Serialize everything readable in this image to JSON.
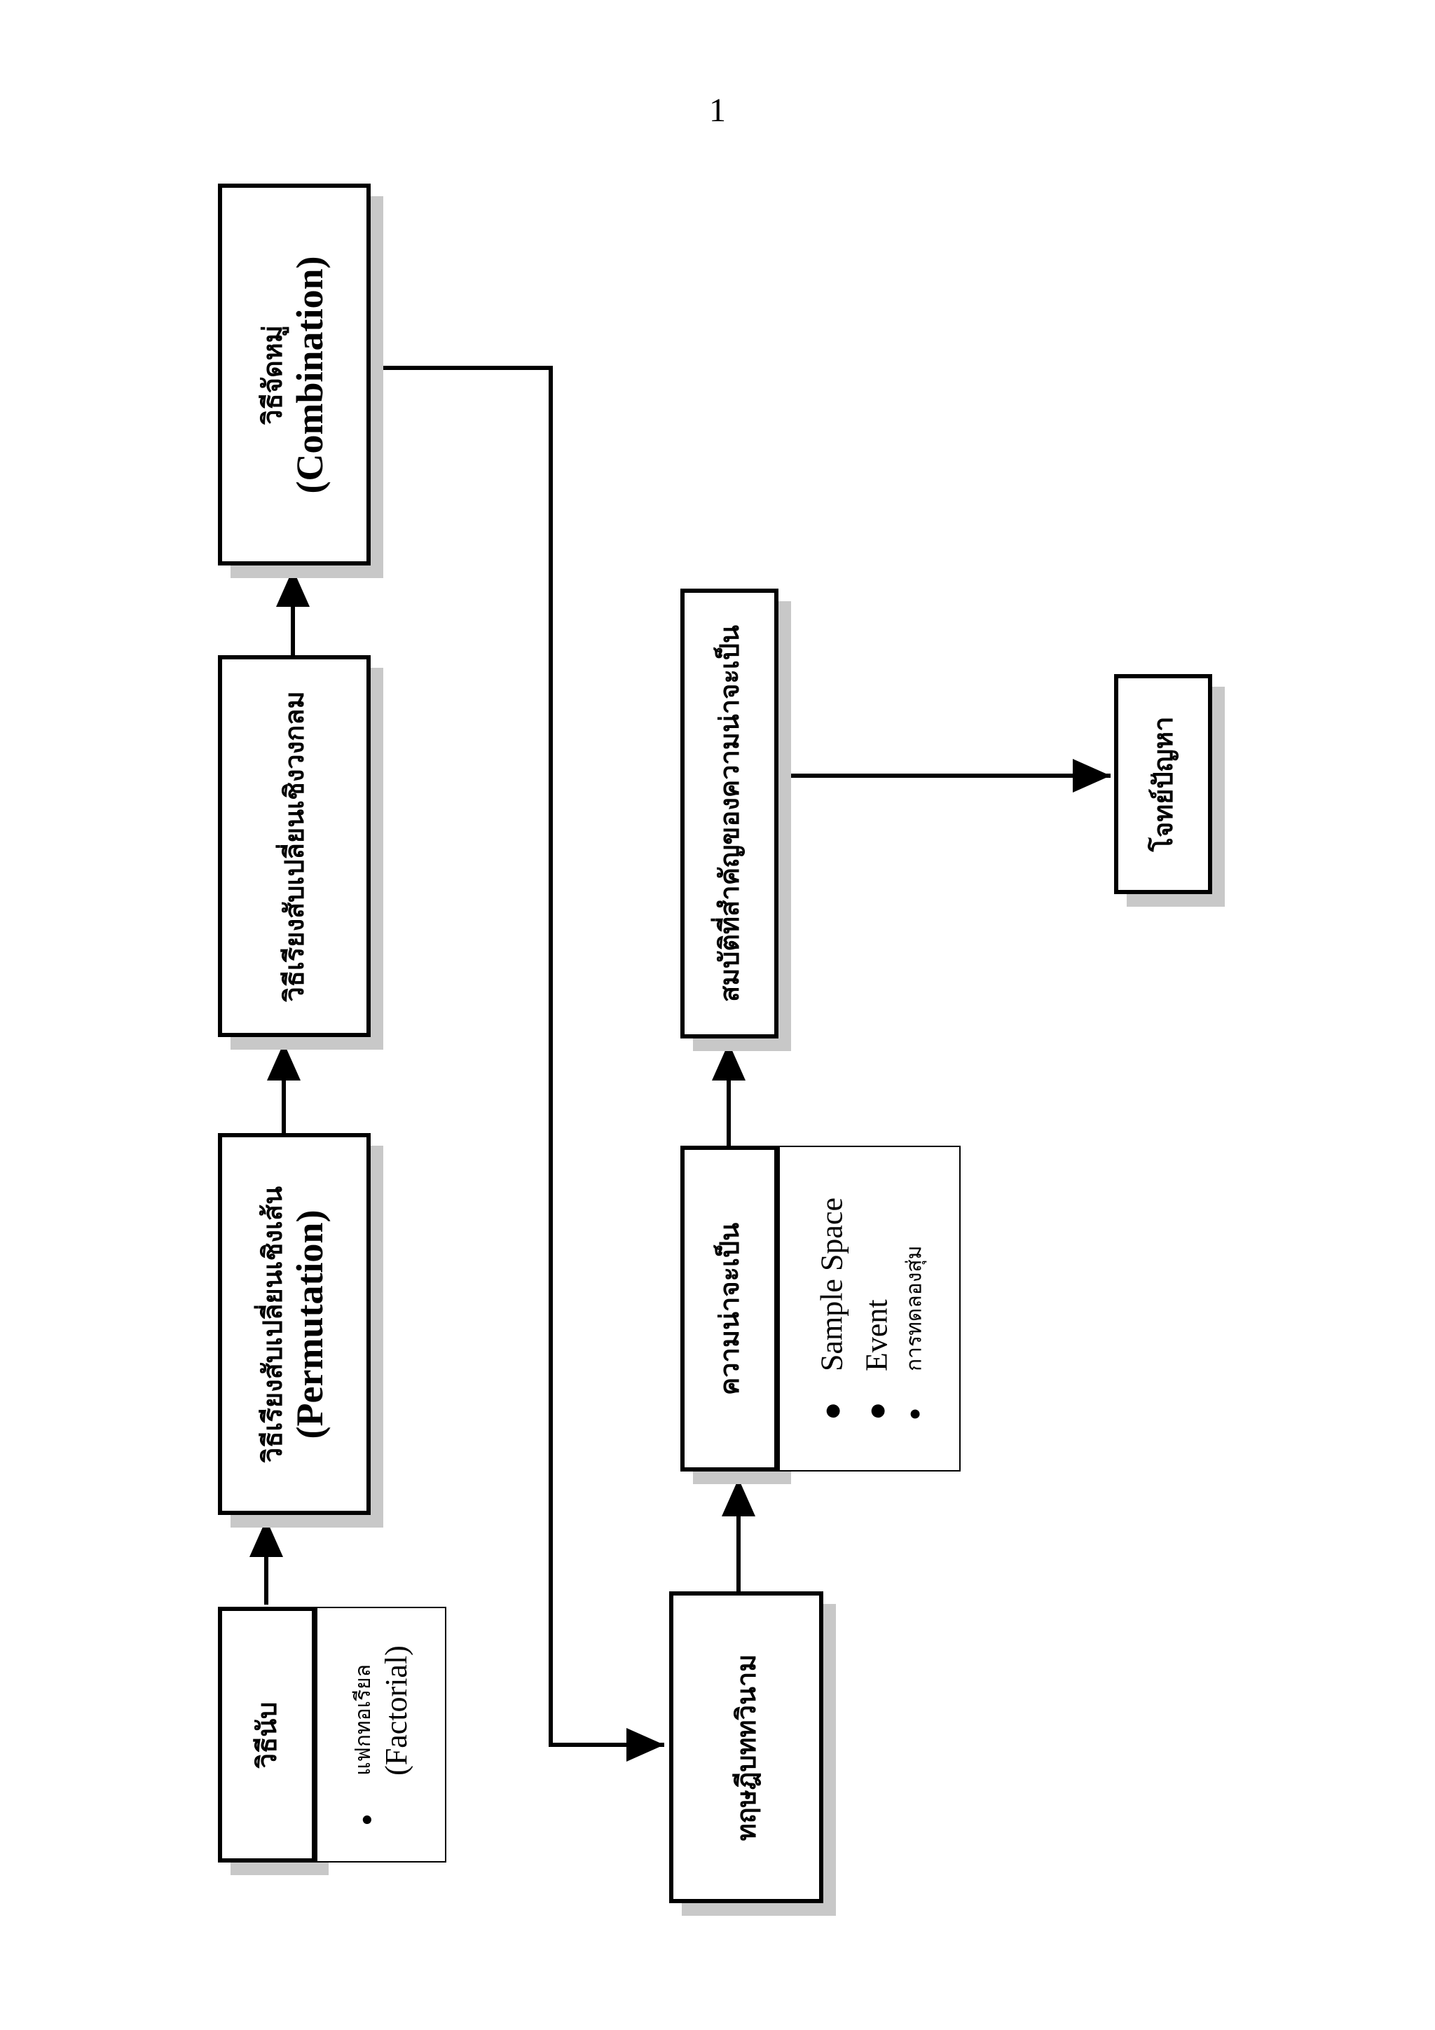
{
  "page_number": "1",
  "nodes": {
    "counting": {
      "title": "วิธีนับ"
    },
    "linear_permutation": {
      "title": "วิธีเรียงสับเปลี่ยนเชิงเส้น",
      "subtitle": "(Permutation)"
    },
    "circular_permutation": {
      "title": "วิธีเรียงสับเปลี่ยนเชิงวงกลม"
    },
    "combination": {
      "title": "วิธีจัดหมู่",
      "subtitle": "(Combination)"
    },
    "set_theory": {
      "title": "ทฤษฎีบททวินาม"
    },
    "probability": {
      "title": "ความน่าจะเป็น"
    },
    "probability_properties": {
      "title": "สมบัติที่สำคัญของความน่าจะเป็น"
    },
    "problems": {
      "title": "โจทย์ปัญหา"
    }
  },
  "notes": {
    "counting_note": {
      "bullet": "●",
      "item": "แฟกทอเรียล",
      "item_en": "(Factorial)"
    },
    "probability_note": {
      "bullet": "●",
      "items": [
        "Sample Space",
        "Event",
        "การทดลองสุ่ม"
      ]
    }
  },
  "colors": {
    "line": "#000000",
    "shadow": "#c8c8c8",
    "background": "#ffffff"
  }
}
